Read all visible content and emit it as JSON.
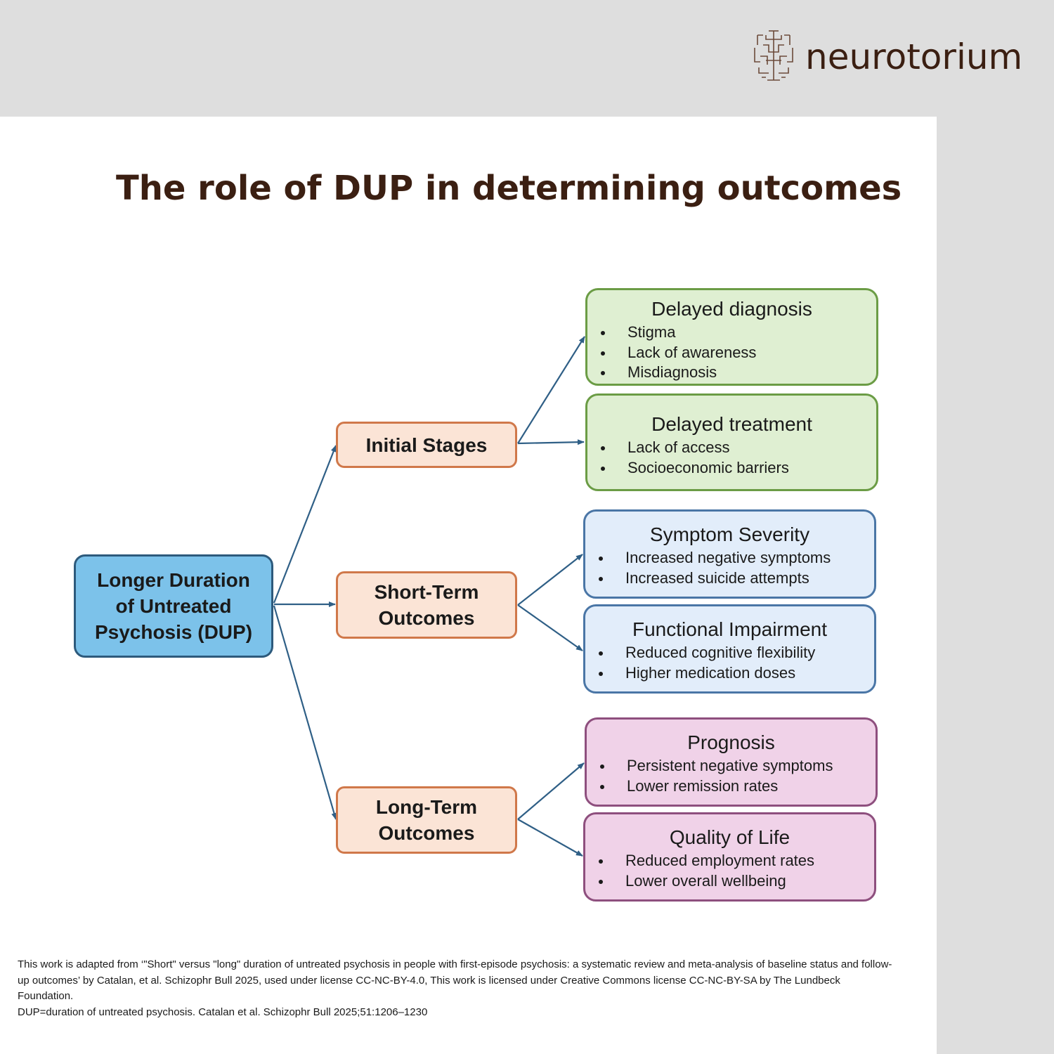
{
  "brand": {
    "name": "neurotorium",
    "icon": "brain-maze-icon"
  },
  "title": "The role of DUP in determining outcomes",
  "diagram": {
    "root": {
      "lines": [
        "Longer Duration",
        "of Untreated",
        "Psychosis (DUP)"
      ]
    },
    "stages": [
      {
        "lines": [
          "Initial Stages"
        ]
      },
      {
        "lines": [
          "Short-Term",
          "Outcomes"
        ]
      },
      {
        "lines": [
          "Long-Term",
          "Outcomes"
        ]
      }
    ],
    "outcomes": [
      {
        "title": "Delayed diagnosis",
        "items": [
          "Stigma",
          "Lack of awareness",
          "Misdiagnosis"
        ],
        "color": "#dfefd2"
      },
      {
        "title": "Delayed treatment",
        "items": [
          "Lack of access",
          "Socioeconomic barriers"
        ],
        "color": "#dfefd2"
      },
      {
        "title": "Symptom Severity",
        "items": [
          "Increased negative symptoms",
          "Increased suicide attempts"
        ],
        "color": "#e2edfa"
      },
      {
        "title": "Functional Impairment",
        "items": [
          "Reduced cognitive flexibility",
          "Higher medication doses"
        ],
        "color": "#e2edfa"
      },
      {
        "title": "Prognosis",
        "items": [
          "Persistent negative symptoms",
          "Lower remission rates"
        ],
        "color": "#f0d2e8"
      },
      {
        "title": "Quality of Life",
        "items": [
          "Reduced employment rates",
          "Lower overall wellbeing"
        ],
        "color": "#f0d2e8"
      }
    ]
  },
  "footer": {
    "attribution": "This work is adapted from ‘\"Short\" versus \"long\" duration of untreated psychosis in people with first-episode psychosis: a systematic review and meta-analysis of baseline status and follow-up outcomes’ by Catalan, et al. Schizophr Bull 2025, used under license CC-NC-BY-4.0, This work is licensed under Creative Commons license CC-NC-BY-SA by The Lundbeck Foundation.",
    "reference": "DUP=duration of untreated psychosis. Catalan et al. Schizophr Bull 2025;51:1206–1230"
  }
}
